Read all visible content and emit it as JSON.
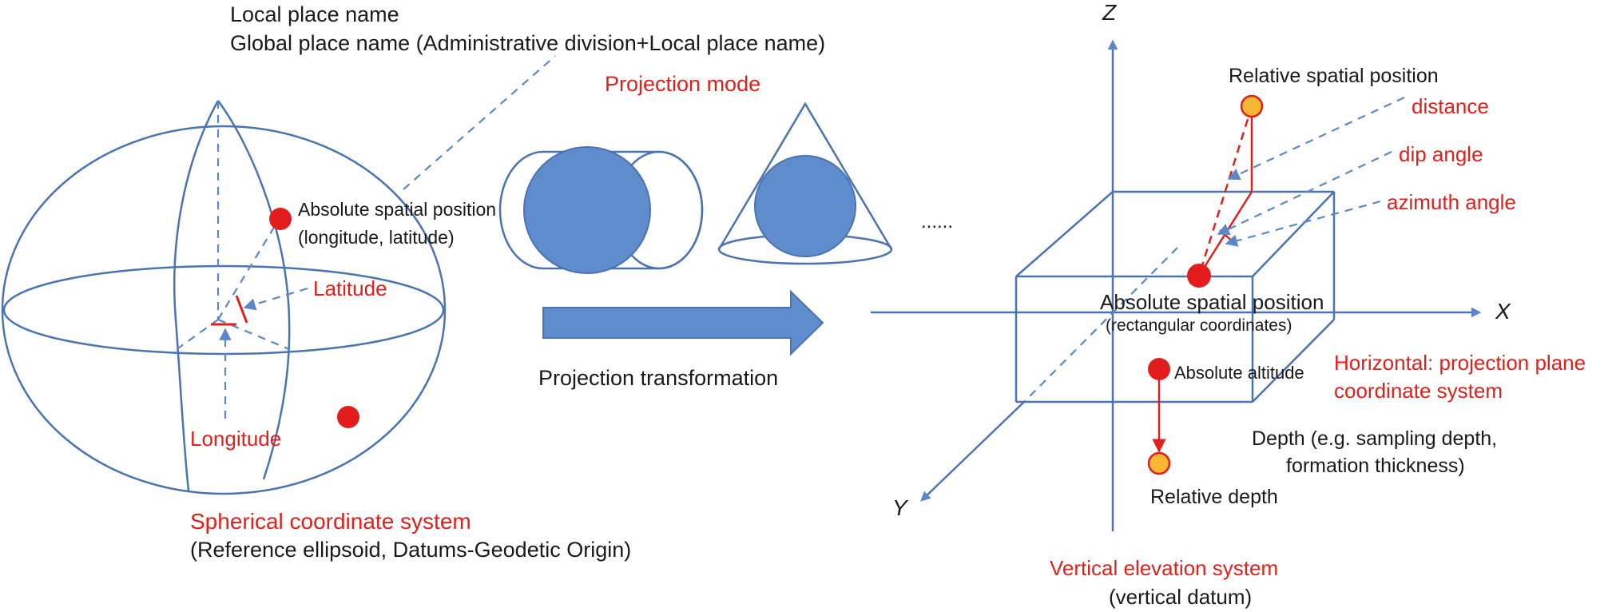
{
  "colors": {
    "line_blue": "#4a73b3",
    "fill_blue": "#5f8ccc",
    "label_red": "#e0201b",
    "label_black": "#1a1a1a",
    "point_red": "#e31d1d",
    "point_orange": "#f7b733"
  },
  "left": {
    "local_place_name": "Local place name",
    "global_place_name": "Global place name (Administrative division+Local place name)",
    "absolute_position_title": "Absolute spatial position",
    "absolute_position_coords": "(longitude, latitude)",
    "latitude": "Latitude",
    "longitude": "Longitude",
    "system_title": "Spherical coordinate system",
    "system_subtitle": "(Reference ellipsoid, Datums-Geodetic Origin)"
  },
  "middle": {
    "projection_mode": "Projection mode",
    "ellipsis": "......",
    "projection_transformation": "Projection transformation"
  },
  "right": {
    "axis_z": "Z",
    "axis_x": "X",
    "axis_y": "Y",
    "relative_position": "Relative spatial position",
    "distance": "distance",
    "dip_angle": "dip angle",
    "azimuth_angle": "azimuth angle",
    "absolute_position_title": "Absolute spatial position",
    "absolute_position_coords": "(rectangular coordinates)",
    "absolute_altitude": "Absolute altitude",
    "horizontal_line1": "Horizontal: projection plane",
    "horizontal_line2": "coordinate system",
    "depth_line1": "Depth (e.g. sampling depth,",
    "depth_line2": "formation thickness)",
    "relative_depth": "Relative depth",
    "vertical_title": "Vertical elevation system",
    "vertical_subtitle": "(vertical datum)"
  }
}
